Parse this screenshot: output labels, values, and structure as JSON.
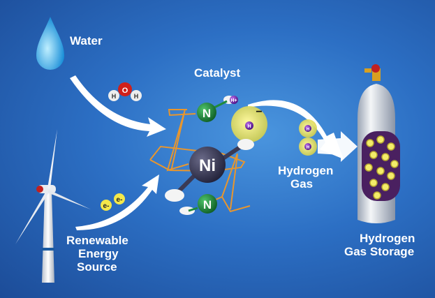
{
  "labels": {
    "water": "Water",
    "catalyst": "Catalyst",
    "hydrogen_gas": [
      "Hydrogen",
      "Gas"
    ],
    "renewable": [
      "Renewable",
      "Energy",
      "Source"
    ],
    "storage": [
      "Hydrogen",
      "Gas Storage"
    ]
  },
  "atoms": {
    "water_molecule": [
      "H",
      "O",
      "H"
    ],
    "electrons": [
      "e-",
      "e-"
    ],
    "nitrogen": "N",
    "nickel": "Ni",
    "proton": "H+",
    "hydride": "H",
    "hydride_charge": "−",
    "h2": [
      "H",
      "H"
    ]
  },
  "colors": {
    "background": "#2c6fc4",
    "nitrogen": "#1f8a3c",
    "nickel": "#3a3a55",
    "hydrogen": "#7a2aa8",
    "oxygen": "#d0201a",
    "glow": "#f4ec6a",
    "ligand": "#e8962e",
    "storage_window": "#4a2060"
  }
}
